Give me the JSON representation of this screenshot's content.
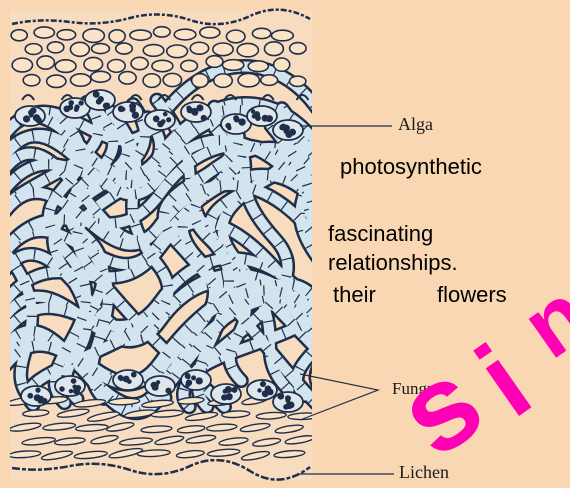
{
  "diagram": {
    "labels": {
      "alga": "Alga",
      "fungus": "Fungus",
      "lichen": "Lichen"
    },
    "colors": {
      "background": "#f9d7b3",
      "hypha_fill": "#d4e4ee",
      "ink": "#1f2f4a"
    }
  },
  "overlay_text": {
    "line1": "photosynthetic",
    "line2": "fascinating",
    "line3": "relationships.",
    "line4_word1": "their",
    "line4_word2": "flowers"
  },
  "watermark": {
    "color": "#ff00b4",
    "glyphs": [
      "s",
      "i",
      "n"
    ]
  }
}
